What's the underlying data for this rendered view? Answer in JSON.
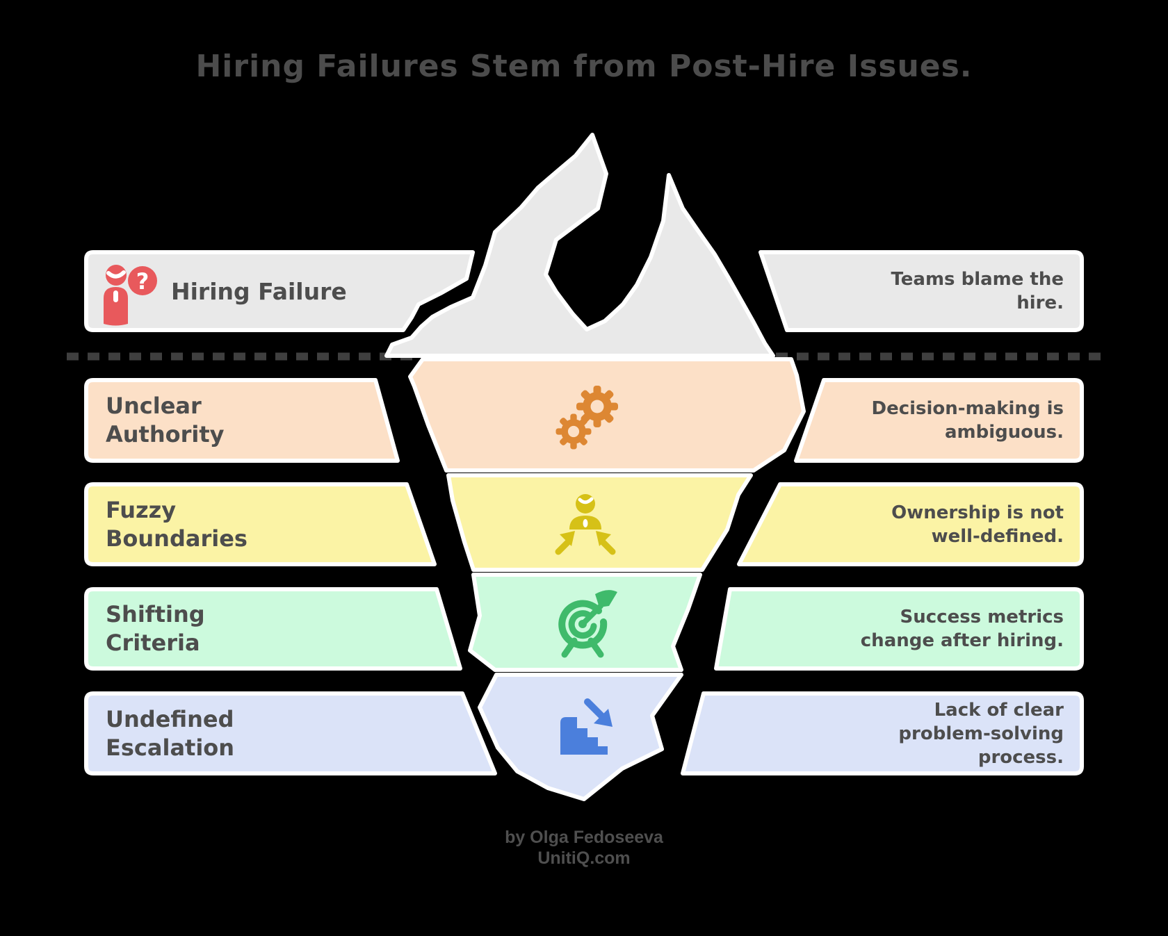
{
  "title": "Hiring Failures Stem from Post-Hire Issues.",
  "rows": [
    {
      "label": "Hiring Failure",
      "description": "Teams blame the\nhire.",
      "icon": "person-question-icon",
      "color": "#e9e9e9"
    },
    {
      "label": "Unclear\nAuthority",
      "description": "Decision-making is\nambiguous.",
      "icon": "gears-icon",
      "color": "#fce0c7"
    },
    {
      "label": "Fuzzy\nBoundaries",
      "description": "Ownership is not\nwell-defined.",
      "icon": "person-arrows-icon",
      "color": "#fbf3a5"
    },
    {
      "label": "Shifting\nCriteria",
      "description": "Success metrics\nchange after hiring.",
      "icon": "target-arrow-icon",
      "color": "#ccfadd"
    },
    {
      "label": "Undefined\nEscalation",
      "description": "Lack of clear\nproblem-solving\nprocess.",
      "icon": "stairs-down-icon",
      "color": "#dbe3f8"
    }
  ],
  "iceberg": {
    "above_water_color": "#e9e9e9",
    "waterline_dash_color": "#3f3f3f",
    "outline_color": "#ffffff"
  },
  "icons": {
    "question_mark": "?",
    "red": "#e8595c",
    "orange": "#dd8733",
    "yellow": "#d6c117",
    "green": "#3fba6b",
    "blue": "#4b7fdc"
  },
  "footer": {
    "byline": "by Olga Fedoseeva",
    "site": "UnitiQ.com"
  }
}
